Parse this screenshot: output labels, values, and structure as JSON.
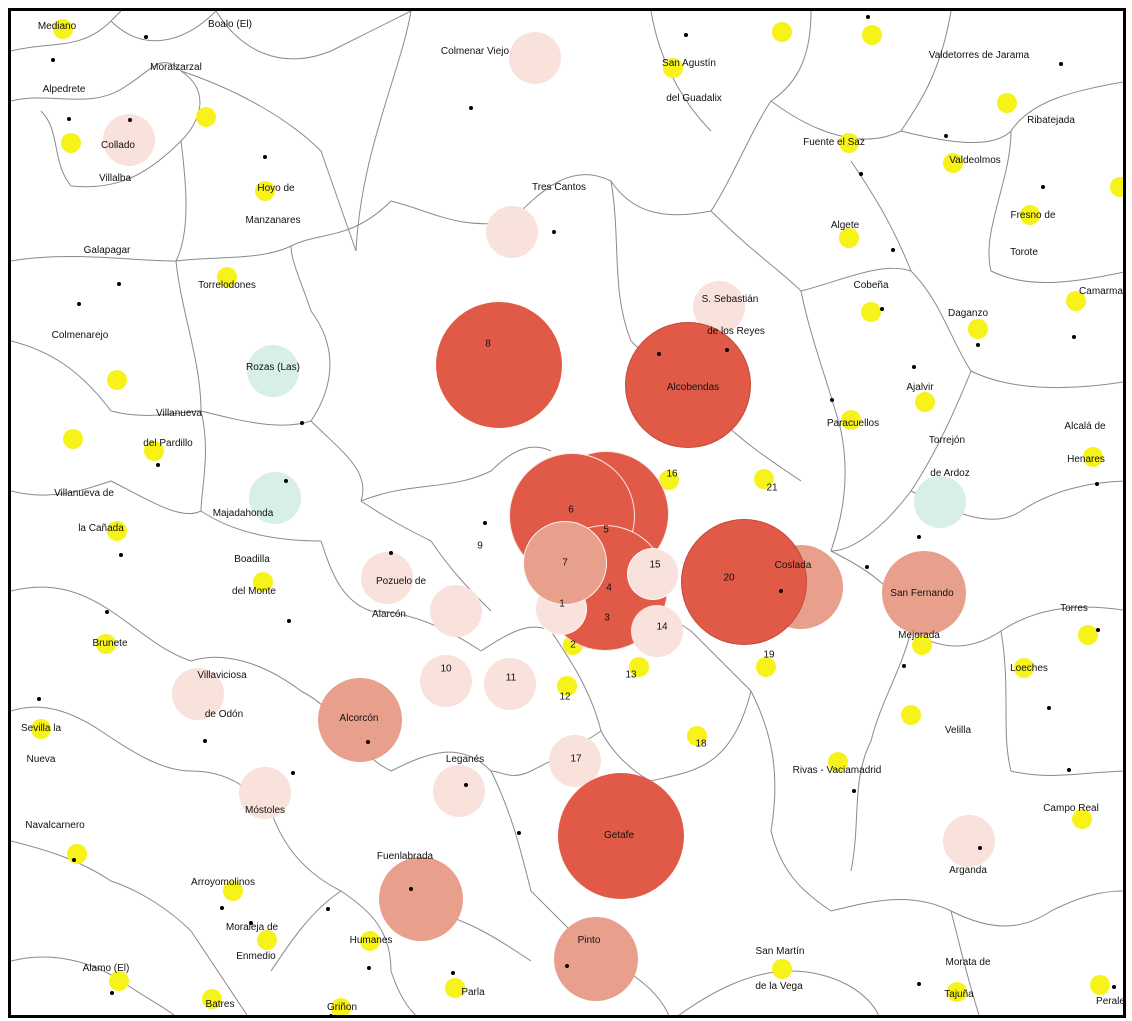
{
  "map": {
    "colors": {
      "high": "#e05a47",
      "mid": "#e8a08c",
      "low": "#f9e1dc",
      "green": "#d7efe4",
      "yellow": "#f7f21a"
    },
    "municipalities": [
      {
        "id": "mediano",
        "label": "Mediano"
      },
      {
        "id": "boalo",
        "label": "Boalo (El)"
      },
      {
        "id": "colmenar-viejo",
        "label": "Colmenar Viejo"
      },
      {
        "id": "san-agustin",
        "label": "San Agustín"
      },
      {
        "id": "guadalix",
        "label": "del Guadalix"
      },
      {
        "id": "valdetorres",
        "label": "Valdetorres de Jarama"
      },
      {
        "id": "moralzarzal",
        "label": "Moralzarzal"
      },
      {
        "id": "alpedrete",
        "label": "Alpedrete"
      },
      {
        "id": "ribatejada",
        "label": "Ribatejada"
      },
      {
        "id": "collado",
        "label": "Collado"
      },
      {
        "id": "villalba",
        "label": "Villalba"
      },
      {
        "id": "fuente-saz",
        "label": "Fuente el Saz"
      },
      {
        "id": "hoyo",
        "label": "Hoyo de"
      },
      {
        "id": "manzanares",
        "label": "Manzanares"
      },
      {
        "id": "valdeolmos",
        "label": "Valdeolmos"
      },
      {
        "id": "tres-cantos",
        "label": "Tres Cantos"
      },
      {
        "id": "fresno",
        "label": "Fresno de"
      },
      {
        "id": "torote",
        "label": "Torote"
      },
      {
        "id": "algete",
        "label": "Algete"
      },
      {
        "id": "galapagar",
        "label": "Galapagar"
      },
      {
        "id": "torrelodones",
        "label": "Torrelodones"
      },
      {
        "id": "cobena",
        "label": "Cobeña"
      },
      {
        "id": "camarma",
        "label": "Camarma"
      },
      {
        "id": "sanse",
        "label": "S. Sebastián"
      },
      {
        "id": "sanse2",
        "label": "de los Reyes"
      },
      {
        "id": "daganzo",
        "label": "Daganzo"
      },
      {
        "id": "colmenarejo",
        "label": "Colmenarejo"
      },
      {
        "id": "rozas",
        "label": "Rozas (Las)"
      },
      {
        "id": "alcobendas",
        "label": "Alcobendas"
      },
      {
        "id": "ajalvir",
        "label": "Ajalvir"
      },
      {
        "id": "villanueva-pardillo",
        "label": "Villanueva"
      },
      {
        "id": "del-pardillo",
        "label": "del Pardillo"
      },
      {
        "id": "paracuellos",
        "label": "Paracuellos"
      },
      {
        "id": "alcala",
        "label": "Alcalá de"
      },
      {
        "id": "henares",
        "label": "Henares"
      },
      {
        "id": "torrejon",
        "label": "Torrejón"
      },
      {
        "id": "de-ardoz",
        "label": "de Ardoz"
      },
      {
        "id": "villanueva-canada",
        "label": "Villanueva de"
      },
      {
        "id": "la-canada",
        "label": "la Cañada"
      },
      {
        "id": "majadahonda",
        "label": "Majadahonda"
      },
      {
        "id": "boadilla",
        "label": "Boadilla"
      },
      {
        "id": "del-monte",
        "label": "del Monte"
      },
      {
        "id": "pozuelo",
        "label": "Pozuelo de"
      },
      {
        "id": "alarcon",
        "label": "Alarcón"
      },
      {
        "id": "coslada",
        "label": "Coslada"
      },
      {
        "id": "san-fernando",
        "label": "San Fernando"
      },
      {
        "id": "torres",
        "label": "Torres"
      },
      {
        "id": "brunete",
        "label": "Brunete"
      },
      {
        "id": "mejorada",
        "label": "Mejorada"
      },
      {
        "id": "loeches",
        "label": "Loeches"
      },
      {
        "id": "villaviciosa",
        "label": "Villaviciosa"
      },
      {
        "id": "de-odon",
        "label": "de Odón"
      },
      {
        "id": "alcorcon",
        "label": "Alcorcón"
      },
      {
        "id": "sevilla",
        "label": "Sevilla la"
      },
      {
        "id": "nueva",
        "label": "Nueva"
      },
      {
        "id": "velilla",
        "label": "Velilla"
      },
      {
        "id": "leganes",
        "label": "Leganés"
      },
      {
        "id": "rivas",
        "label": "Rivas - Vaciamadrid"
      },
      {
        "id": "mostoles",
        "label": "Móstoles"
      },
      {
        "id": "navalcarnero",
        "label": "Navalcarnero"
      },
      {
        "id": "getafe",
        "label": "Getafe"
      },
      {
        "id": "campo-real",
        "label": "Campo Real"
      },
      {
        "id": "fuenlabrada",
        "label": "Fuenlabrada"
      },
      {
        "id": "arganda",
        "label": "Arganda"
      },
      {
        "id": "arroyomolinos",
        "label": "Arroyomolinos"
      },
      {
        "id": "moraleja",
        "label": "Moraleja de"
      },
      {
        "id": "enmedio",
        "label": "Enmedio"
      },
      {
        "id": "humanes",
        "label": "Humanes"
      },
      {
        "id": "pinto",
        "label": "Pinto"
      },
      {
        "id": "san-martin",
        "label": "San Martín"
      },
      {
        "id": "de-la-vega",
        "label": "de la Vega"
      },
      {
        "id": "morata",
        "label": "Morata de"
      },
      {
        "id": "tajuna",
        "label": "Tajuña"
      },
      {
        "id": "alamo",
        "label": "Alamo (El)"
      },
      {
        "id": "batres",
        "label": "Batres"
      },
      {
        "id": "grinon",
        "label": "Griñon"
      },
      {
        "id": "parla",
        "label": "Parla"
      },
      {
        "id": "perales",
        "label": "Perales"
      }
    ],
    "district_numbers": [
      "1",
      "2",
      "3",
      "4",
      "5",
      "6",
      "7",
      "8",
      "9",
      "10",
      "11",
      "12",
      "13",
      "14",
      "15",
      "16",
      "17",
      "18",
      "19",
      "20",
      "21"
    ]
  }
}
